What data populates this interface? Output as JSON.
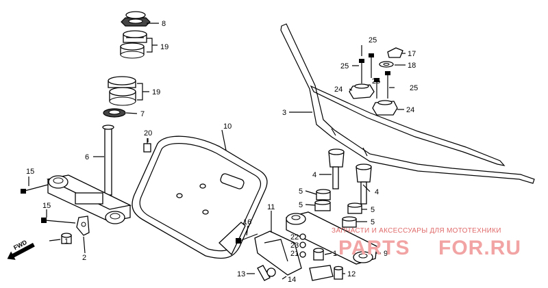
{
  "parts": [
    {
      "id": "p1",
      "label": "1"
    },
    {
      "id": "p1b",
      "label": "1"
    },
    {
      "id": "p2",
      "label": "2"
    },
    {
      "id": "p3",
      "label": "3"
    },
    {
      "id": "p4a",
      "label": "4"
    },
    {
      "id": "p4b",
      "label": "4"
    },
    {
      "id": "p5a",
      "label": "5"
    },
    {
      "id": "p5b",
      "label": "5"
    },
    {
      "id": "p5c",
      "label": "5"
    },
    {
      "id": "p5d",
      "label": "5"
    },
    {
      "id": "p6",
      "label": "6"
    },
    {
      "id": "p7",
      "label": "7"
    },
    {
      "id": "p8",
      "label": "8"
    },
    {
      "id": "p9",
      "label": "9"
    },
    {
      "id": "p10",
      "label": "10"
    },
    {
      "id": "p11",
      "label": "11"
    },
    {
      "id": "p12",
      "label": "12"
    },
    {
      "id": "p13",
      "label": "13"
    },
    {
      "id": "p14",
      "label": "14"
    },
    {
      "id": "p15a",
      "label": "15"
    },
    {
      "id": "p15b",
      "label": "15"
    },
    {
      "id": "p16",
      "label": "16"
    },
    {
      "id": "p17",
      "label": "17"
    },
    {
      "id": "p18",
      "label": "18"
    },
    {
      "id": "p19a",
      "label": "19"
    },
    {
      "id": "p19b",
      "label": "19"
    },
    {
      "id": "p20",
      "label": "20"
    },
    {
      "id": "p21",
      "label": "21"
    },
    {
      "id": "p22",
      "label": "22"
    },
    {
      "id": "p23",
      "label": "23"
    },
    {
      "id": "p24a",
      "label": "24"
    },
    {
      "id": "p24b",
      "label": "24"
    },
    {
      "id": "p25a",
      "label": "25"
    },
    {
      "id": "p25b",
      "label": "25"
    },
    {
      "id": "p25c",
      "label": "25"
    },
    {
      "id": "p25d",
      "label": "25"
    }
  ],
  "direction_marker": "FWD",
  "watermark": {
    "caption": "ЗАПЧАСТИ И АКСЕССУАРЫ ДЛЯ МОТОТЕХНИКИ",
    "brand_left": "PARTS",
    "brand_right": "FOR.RU"
  },
  "colors": {
    "line": "#000000",
    "background": "#ffffff",
    "watermark": "#e06a6a"
  }
}
